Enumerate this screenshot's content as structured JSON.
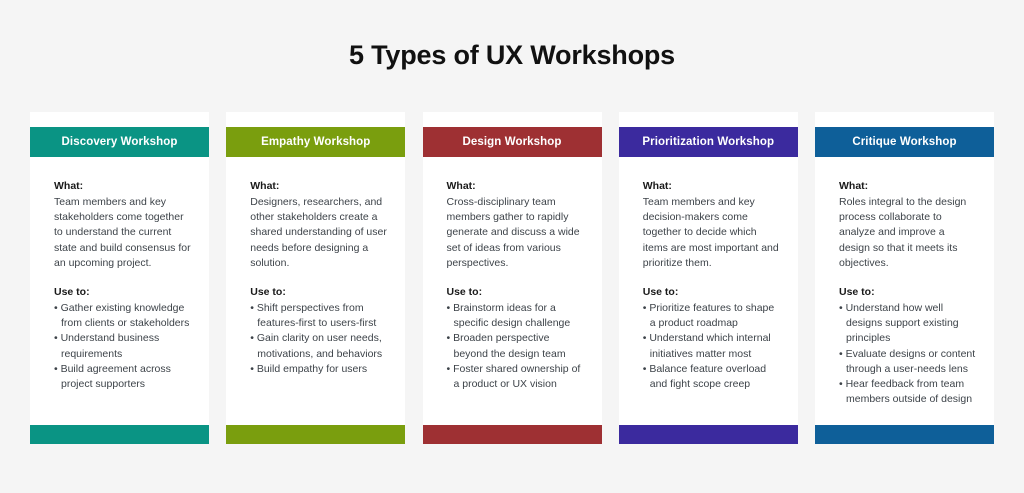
{
  "page": {
    "title": "5 Types of UX Workshops",
    "background_color": "#f5f5f5",
    "card_background_color": "#ffffff"
  },
  "labels": {
    "what": "What:",
    "use_to": "Use to:"
  },
  "cards": [
    {
      "title": "Discovery Workshop",
      "color": "#0a9484",
      "what": "Team members and key stakeholders come together to understand the current state and build consensus for an upcoming project.",
      "bullets": [
        "• Gather existing knowledge from clients or stakeholders",
        "• Understand business requirements",
        "• Build agreement across project supporters"
      ]
    },
    {
      "title": "Empathy Workshop",
      "color": "#7a9e0e",
      "what": "Designers, researchers, and other stakeholders create a shared understanding of user needs before designing a solution.",
      "bullets": [
        "• Shift perspectives from features-first to users-first",
        "• Gain clarity on user needs, motivations, and behaviors",
        "• Build empathy for users"
      ]
    },
    {
      "title": "Design Workshop",
      "color": "#9e3033",
      "what": "Cross-disciplinary team members gather to rapidly generate and discuss a wide set of ideas from various perspectives.",
      "bullets": [
        "• Brainstorm ideas for a specific design challenge",
        "• Broaden perspective beyond the design team",
        "• Foster shared ownership of a product or UX vision"
      ]
    },
    {
      "title": "Prioritization Workshop",
      "color": "#3b2a9e",
      "what": "Team members and key decision-makers come together to decide which items are most important and prioritize them.",
      "bullets": [
        "• Prioritize features to shape a product roadmap",
        "• Understand which internal initiatives matter most",
        "• Balance feature overload and fight scope creep"
      ]
    },
    {
      "title": "Critique Workshop",
      "color": "#0e5f99",
      "what": "Roles integral to the design process collaborate to analyze and improve a design so that it meets its objectives.",
      "bullets": [
        "• Understand how well designs support existing principles",
        "• Evaluate designs or content through a user-needs lens",
        "• Hear feedback from team members outside of design"
      ]
    }
  ]
}
